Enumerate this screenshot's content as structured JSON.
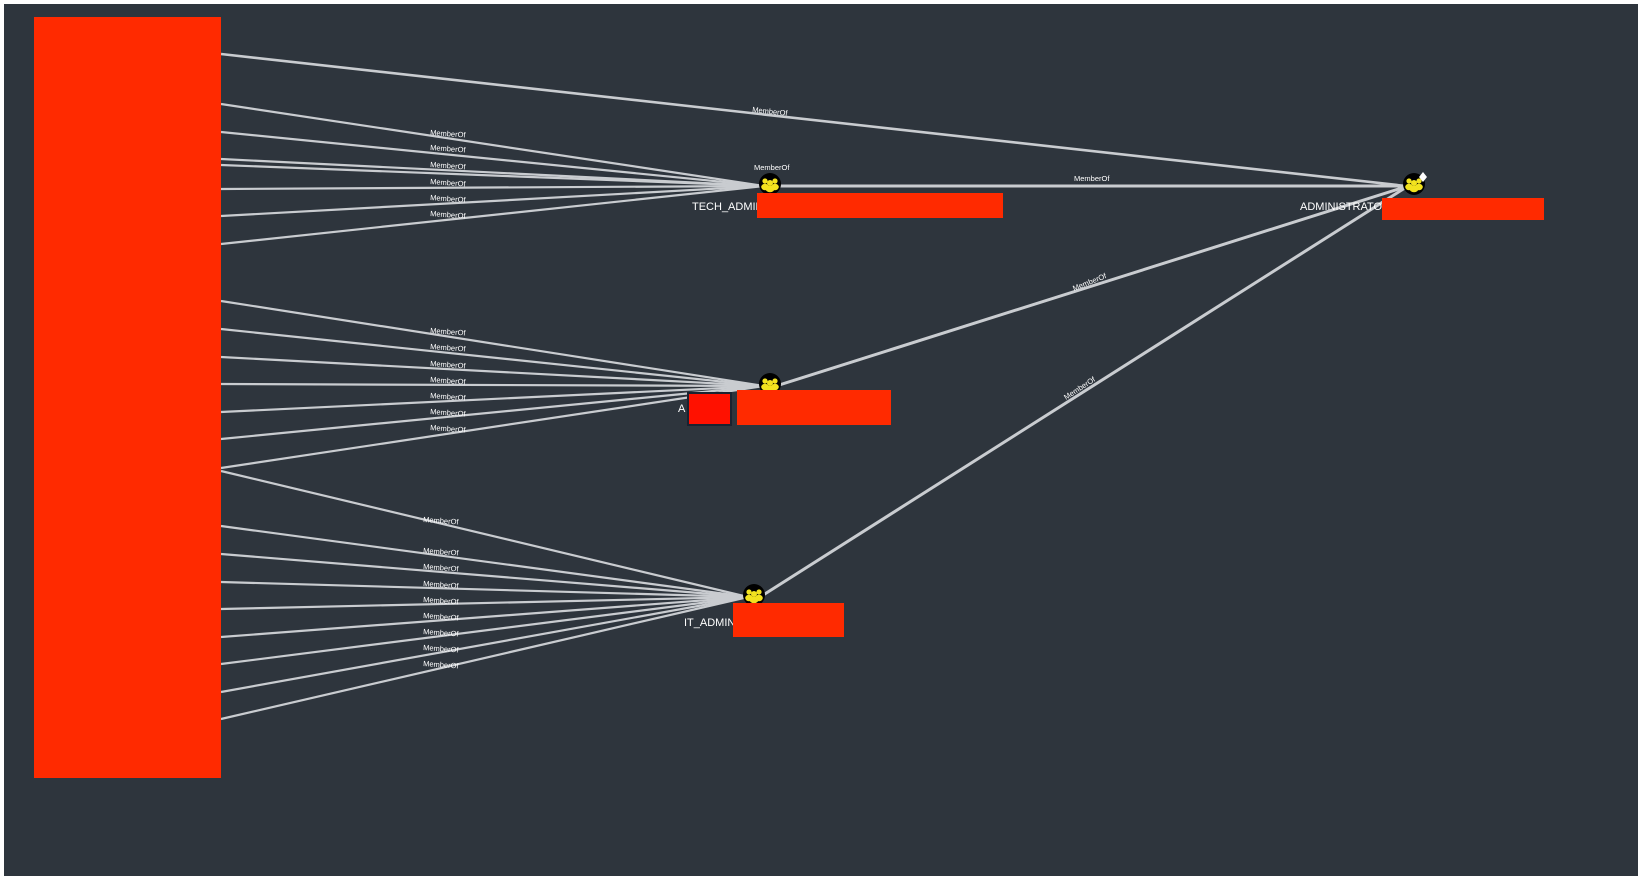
{
  "graph": {
    "edge_label": "MemberOf",
    "groups": [
      {
        "id": "tech_admins",
        "label": "TECH_ADMIN"
      },
      {
        "id": "a_group",
        "label": "A"
      },
      {
        "id": "it_admins",
        "label": "IT_ADMIN"
      },
      {
        "id": "administrators",
        "label": "ADMINISTRATOR",
        "highvalue": true
      }
    ],
    "edges": [
      {
        "from": "tech_admins",
        "to": "administrators",
        "label": "MemberOf"
      },
      {
        "from": "a_group",
        "to": "administrators",
        "label": "MemberOf"
      },
      {
        "from": "it_admins",
        "to": "administrators",
        "label": "MemberOf"
      },
      {
        "from": "member_list",
        "to": "administrators",
        "label": "MemberOf"
      },
      {
        "from": "member_list",
        "to": "tech_admins",
        "label": "MemberOf",
        "count": 7
      },
      {
        "from": "member_list",
        "to": "a_group",
        "label": "MemberOf",
        "count": 7
      },
      {
        "from": "member_list",
        "to": "it_admins",
        "label": "MemberOf",
        "count": 9
      }
    ]
  },
  "colors": {
    "background": "#2e353d",
    "redaction": "#ff2a00",
    "edge": "#c9ccd0",
    "group_icon": "#f2e21f",
    "label": "#ffffff"
  },
  "icons": {
    "group": "group-icon",
    "high_value": "diamond-icon"
  }
}
